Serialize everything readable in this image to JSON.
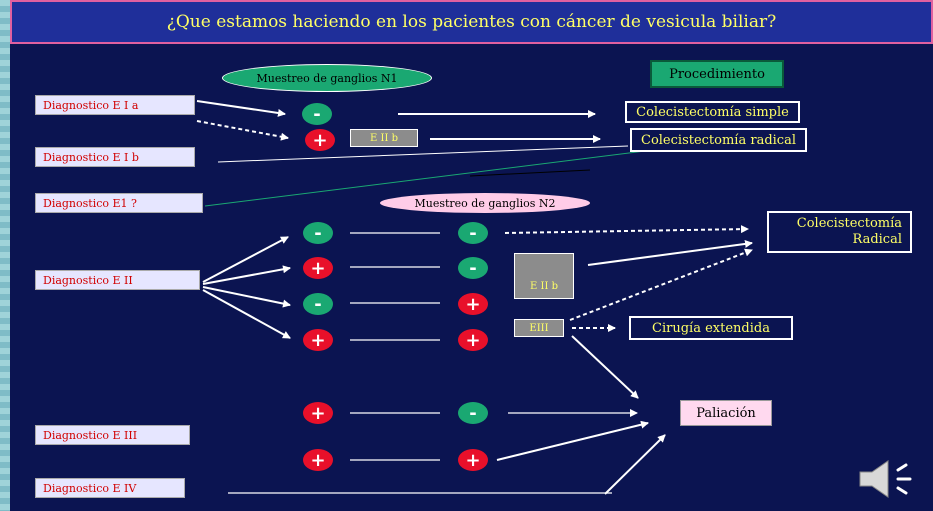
{
  "title": "¿Que estamos haciendo en los pacientes  con cáncer de vesicula biliar?",
  "colors": {
    "background": "#0b1451",
    "title_bar": "#1f2f9a",
    "text_yellow": "#ffff66",
    "diag_text": "#d10000",
    "negative": "#1aa872",
    "positive": "#e8102a"
  },
  "n1_label": "Muestreo de ganglios N1",
  "n2_label": "Muestreo de  ganglios N2",
  "procedimiento_label": "Procedimiento",
  "diagnoses": {
    "d1": "Diagnostico E I a",
    "d2": "Diagnostico E I b",
    "d3": "Diagnostico E1 ?",
    "d4": "Diagnostico E II",
    "d5": "Diagnostico E III",
    "d6": "Diagnostico E IV"
  },
  "stages": {
    "e2b_top": "E II b",
    "e2b_mid": "E II b",
    "e3": "EIII"
  },
  "procedures": {
    "simple": "Colecistectomía simple",
    "radical": "Colecistectomía radical",
    "radical2": "Colecistectomía Radical",
    "extendida": "Cirugía extendida",
    "paliacion": "Paliación"
  },
  "signs": {
    "neg": "-",
    "pos": "+"
  },
  "icons": {
    "speaker": "speaker-icon"
  }
}
